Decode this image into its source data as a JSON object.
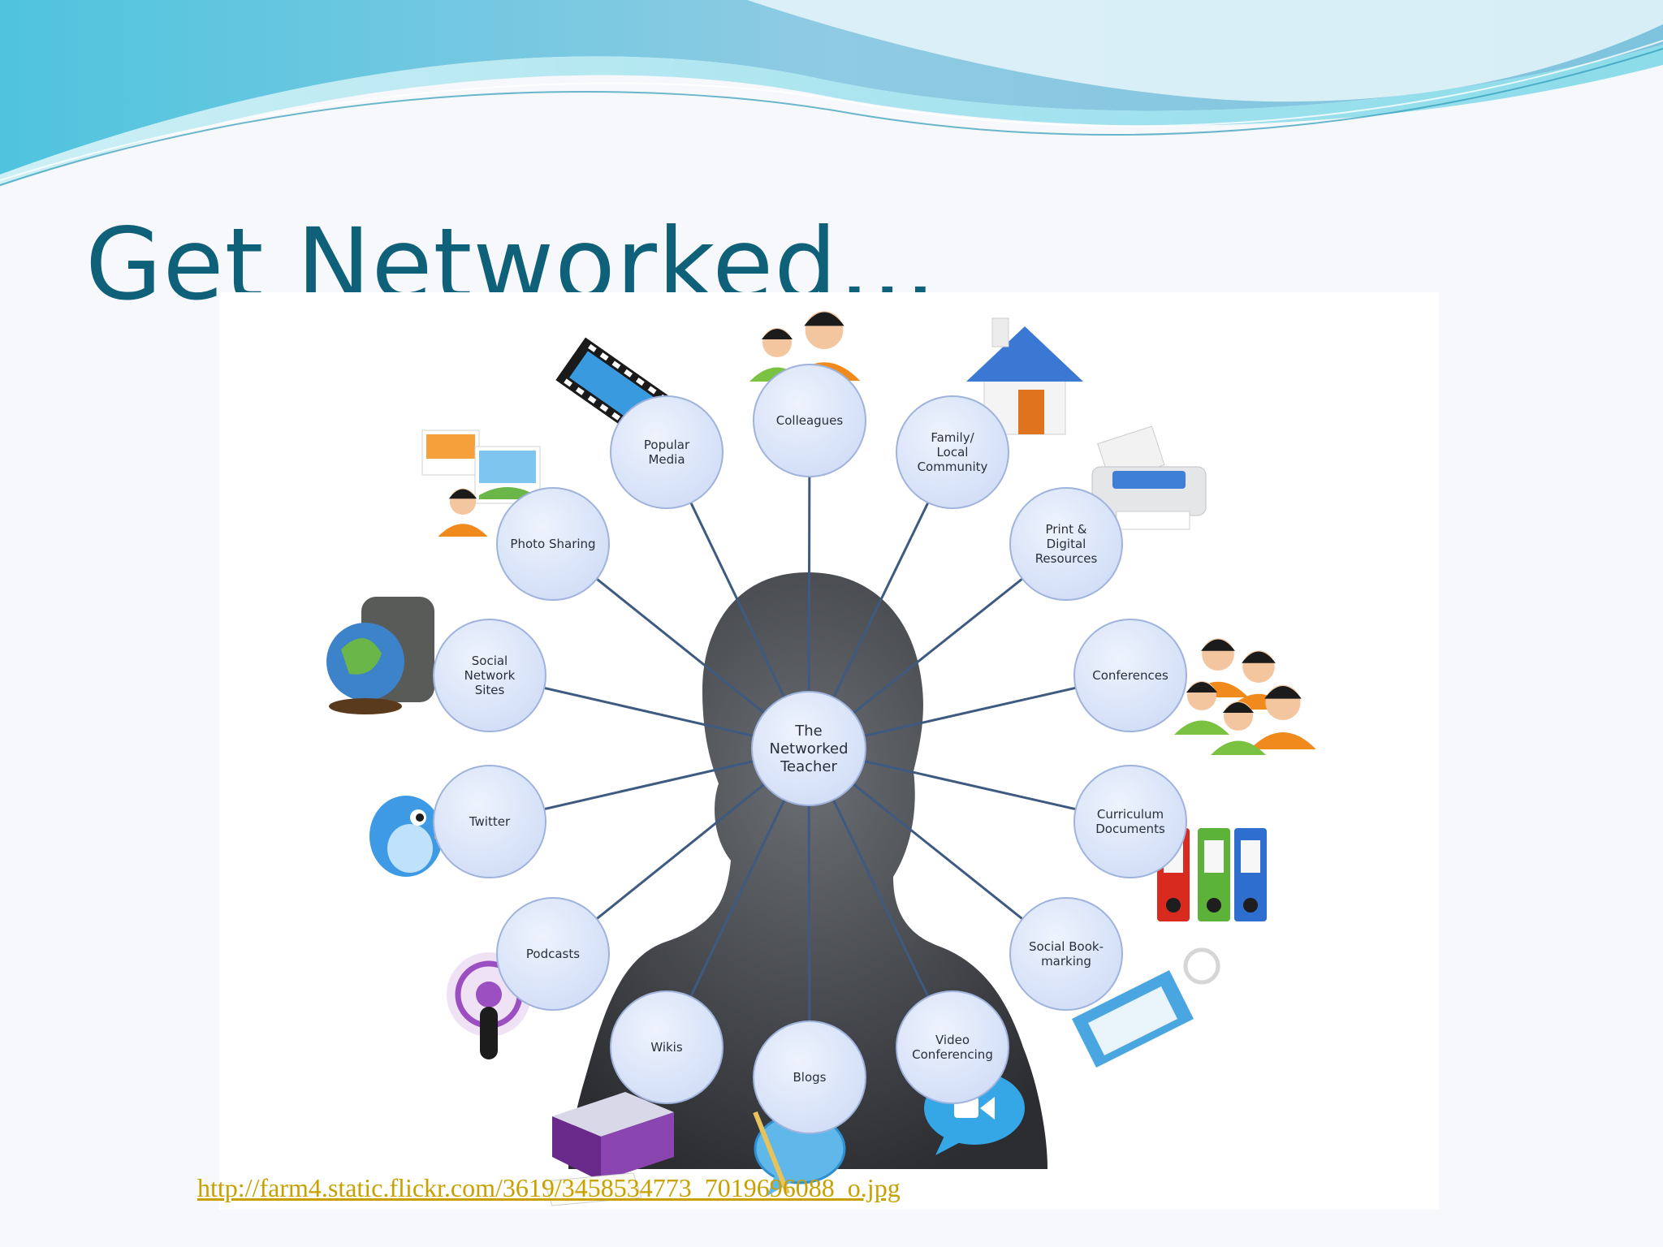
{
  "title": "Get Networked…",
  "source_link": "http://farm4.static.flickr.com/3619/3458534773_7019696088_o.jpg",
  "diagram": {
    "center": {
      "lines": [
        "The",
        "Networked",
        "Teacher"
      ]
    },
    "nodes": [
      {
        "id": "colleagues",
        "lines": [
          "Colleagues"
        ],
        "icon": "people-icon"
      },
      {
        "id": "family-local-community",
        "lines": [
          "Family/",
          "Local",
          "Community"
        ],
        "icon": "house-icon"
      },
      {
        "id": "print-digital-resources",
        "lines": [
          "Print &",
          "Digital",
          "Resources"
        ],
        "icon": "printer-icon"
      },
      {
        "id": "conferences",
        "lines": [
          "Conferences"
        ],
        "icon": "crowd-icon"
      },
      {
        "id": "curriculum-documents",
        "lines": [
          "Curriculum",
          "Documents"
        ],
        "icon": "binders-icon"
      },
      {
        "id": "social-bookmarking",
        "lines": [
          "Social Book-",
          "marking"
        ],
        "icon": "tag-icon"
      },
      {
        "id": "video-conferencing",
        "lines": [
          "Video",
          "Conferencing"
        ],
        "icon": "video-camera-icon"
      },
      {
        "id": "blogs",
        "lines": [
          "Blogs"
        ],
        "icon": "speech-bubble-icon"
      },
      {
        "id": "wikis",
        "lines": [
          "Wikis"
        ],
        "icon": "box-icon"
      },
      {
        "id": "podcasts",
        "lines": [
          "Podcasts"
        ],
        "icon": "podcast-icon"
      },
      {
        "id": "twitter",
        "lines": [
          "Twitter"
        ],
        "icon": "bird-icon"
      },
      {
        "id": "social-network-sites",
        "lines": [
          "Social",
          "Network",
          "Sites"
        ],
        "icon": "globe-bag-icon"
      },
      {
        "id": "photo-sharing",
        "lines": [
          "Photo Sharing"
        ],
        "icon": "photos-icon"
      },
      {
        "id": "popular-media",
        "lines": [
          "Popular",
          "Media"
        ],
        "icon": "film-strip-icon"
      }
    ],
    "wave_colors": [
      "#7fc6df",
      "#5fd3e6",
      "#a9dfec"
    ],
    "node_fill": "#cfdcf6",
    "connector_color": "#3e5a80",
    "title_color": "#0f6079",
    "link_color": "#c8a000"
  }
}
